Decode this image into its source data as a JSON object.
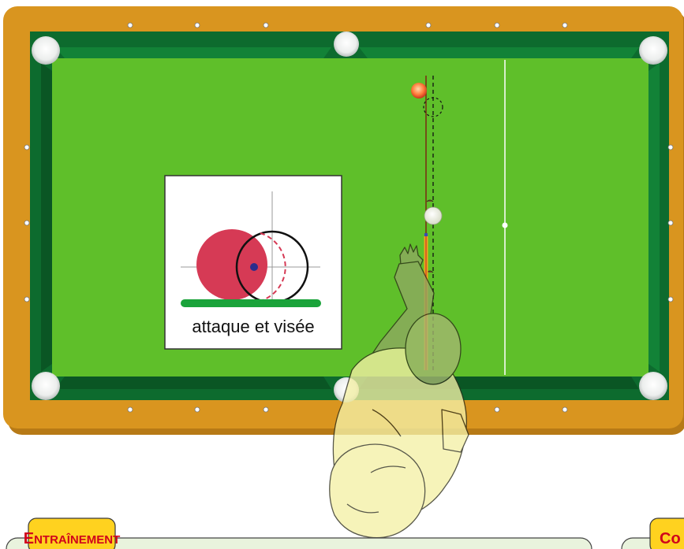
{
  "inset": {
    "caption": "attaque et visée"
  },
  "tabs": {
    "left_label_first": "E",
    "left_label_rest": "NTRAÎNEMENT",
    "right_label": "Co"
  },
  "colors": {
    "rail": "#d9951f",
    "felt": "#5fbf2a",
    "cushion_dark": "#0d6b2e",
    "object_ball": "#d63a55",
    "tab_fill": "#ffd21f",
    "tab_text": "#d0021b",
    "panel_fill": "#e9f3dd"
  },
  "icons": [
    "pocket-icon",
    "diamond-icon",
    "cue-ball-icon",
    "object-ball-icon",
    "cue-stick-icon",
    "player-figure-icon"
  ]
}
